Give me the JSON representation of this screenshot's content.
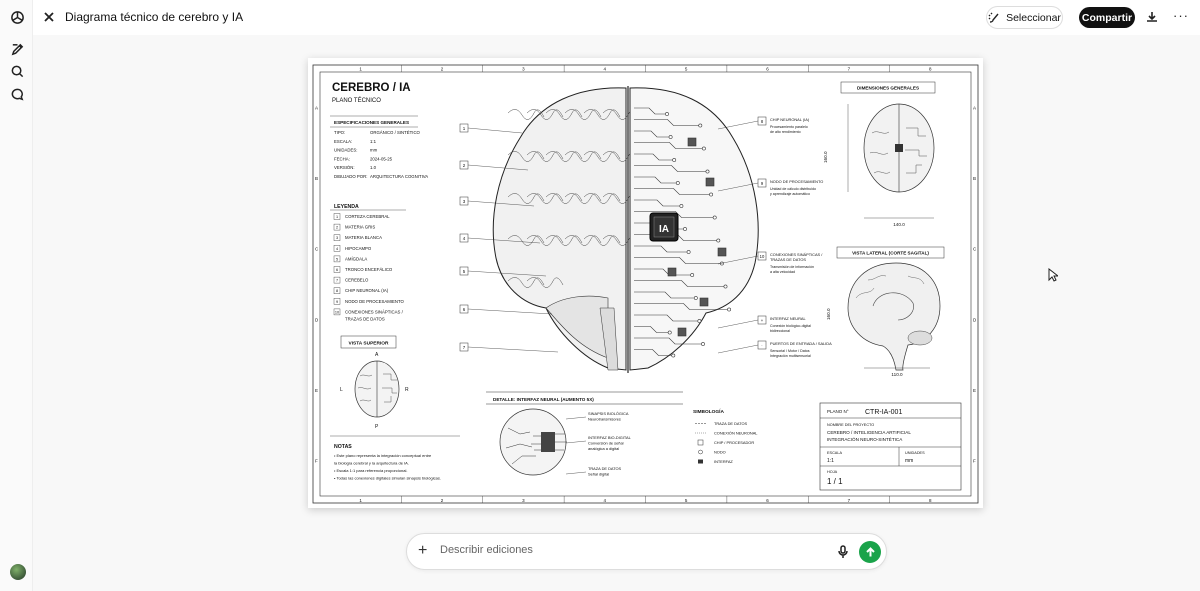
{
  "header": {
    "title": "Diagrama técnico de cerebro y IA",
    "select_label": "Seleccionar",
    "share_label": "Compartir",
    "more_label": "···"
  },
  "sidebar": {
    "icons": [
      "logo-icon",
      "new-chat-icon",
      "search-icon",
      "chat-bubble-icon"
    ]
  },
  "composer": {
    "placeholder": "Describir ediciones",
    "plus": "+"
  },
  "sheet": {
    "title": "CEREBRO / IA",
    "subtitle": "PLANO TÉCNICO",
    "grid_cols": [
      "1",
      "2",
      "3",
      "4",
      "5",
      "6",
      "7",
      "8"
    ],
    "grid_rows": [
      "A",
      "B",
      "C",
      "D",
      "E",
      "F"
    ],
    "specs_title": "ESPECIFICACIONES GENERALES",
    "specs": [
      [
        "TIPO:",
        "ORGÁNICO / SINTÉTICO"
      ],
      [
        "ESCALA:",
        "1:1"
      ],
      [
        "UNIDADES:",
        "mm"
      ],
      [
        "FECHA:",
        "2024-05-25"
      ],
      [
        "VERSIÓN:",
        "1.0"
      ],
      [
        "DIBUJADO POR:",
        "ARQUITECTURA COGNITIVA"
      ]
    ],
    "legend_title": "LEYENDA",
    "legend": [
      "CORTEZA CEREBRAL",
      "MATERIA GRIS",
      "MATERIA BLANCA",
      "HIPOCAMPO",
      "AMÍGDALA",
      "TRONCO ENCEFÁLICO",
      "CEREBELO",
      "CHIP NEURONAL (IA)",
      "NODO DE PROCESAMIENTO",
      "CONEXIONES SINÁPTICAS /",
      "TRAZAS DE DATOS"
    ],
    "legend_nums": [
      "1",
      "2",
      "3",
      "4",
      "5",
      "6",
      "7",
      "8",
      "9",
      "10"
    ],
    "top_view": "VISTA SUPERIOR",
    "dirs": [
      "A",
      "L",
      "R",
      "P"
    ],
    "notes_title": "NOTAS",
    "notes": [
      "• Este plano representa la integración conceptual entre",
      "   la biología cerebral y la arquitectura de IA.",
      "• Escala 1:1 para referencia proporcional.",
      "• Todas las conexiones digitales simulan sinapsis biológicas."
    ],
    "callouts_left": [
      "1",
      "2",
      "3",
      "4",
      "5",
      "6",
      "7"
    ],
    "ia_label": "IA",
    "callouts_right": [
      {
        "n": "8",
        "t": "CHIP NEURONAL (IA)",
        "d1": "Procesamiento paralelo",
        "d2": "de alto rendimiento"
      },
      {
        "n": "9",
        "t": "NODO DE PROCESAMIENTO",
        "d1": "Unidad de cálculo distribuido",
        "d2": "y aprendizaje automático"
      },
      {
        "n": "10",
        "t": "CONEXIONES SINÁPTICAS /",
        "t2": "TRAZAS DE DATOS",
        "d1": "Transmisión de información",
        "d2": "a alta velocidad"
      },
      {
        "n": "+",
        "t": "INTERFAZ NEURAL",
        "d1": "Conexión biológico-digital",
        "d2": "bidireccional"
      },
      {
        "n": "·",
        "t": "PUERTOS DE ENTRADA / SALIDA",
        "d1": "Sensorial / Motor / Datos",
        "d2": "Integración multisensorial"
      }
    ],
    "dimensions_title": "DIMENSIONES GENERALES",
    "dim_h": "160.0",
    "dim_w": "140.0",
    "lateral_title": "VISTA LATERAL (CORTE SAGITAL)",
    "lat_h": "160.0",
    "lat_w": "110.0",
    "detail_title": "DETALLE: INTERFAZ NEURAL (AUMENTO 5X)",
    "detail_labels": [
      [
        "SINAPSIS BIOLÓGICA",
        "Neurotransmisores"
      ],
      [
        "INTERFAZ BIO-DIGITAL",
        "Conversión de señal",
        "analógica a digital"
      ],
      [
        "TRAZA DE DATOS",
        "Señal digital"
      ]
    ],
    "symbology_title": "SIMBOLOGÍA",
    "symbology": [
      "TRAZA DE DATOS",
      "CONEXIÓN NEURONAL",
      "CHIP / PROCESADOR",
      "NODO",
      "INTERFAZ"
    ],
    "plan_no_label": "PLANO N°",
    "plan_no": "CTR-IA-001",
    "project_label": "NOMBRE DEL PROYECTO",
    "project_l1": "CEREBRO / INTELIGENCIA ARTIFICIAL",
    "project_l2": "INTEGRACIÓN NEURO-SINTÉTICA",
    "scale_label": "ESCALA",
    "scale": "1:1",
    "units_label": "UNIDADES",
    "units": "mm",
    "sheet_label": "HOJA",
    "sheet_no": "1 / 1"
  }
}
